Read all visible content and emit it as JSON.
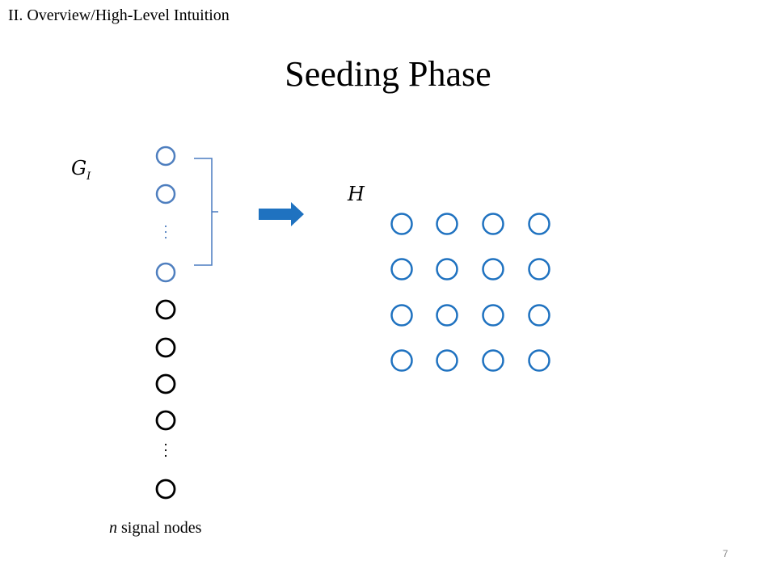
{
  "header": {
    "section": "II. Overview/High-Level Intuition"
  },
  "title": "Seeding Phase",
  "labels": {
    "group_symbol": "G",
    "group_subscript": "I",
    "target_symbol": "H",
    "caption_variable": "n",
    "caption_text": " signal nodes"
  },
  "signal_nodes": {
    "highlighted_count": 3,
    "plain_count": 5
  },
  "grid": {
    "rows": 4,
    "cols": 4
  },
  "colors": {
    "highlighted_node": "#4f7fbf",
    "plain_node": "#000000",
    "grid_node": "#1f72c0",
    "arrow": "#1f72c0",
    "bracket": "#4a7cc0"
  },
  "footer": {
    "page_number": "7"
  }
}
